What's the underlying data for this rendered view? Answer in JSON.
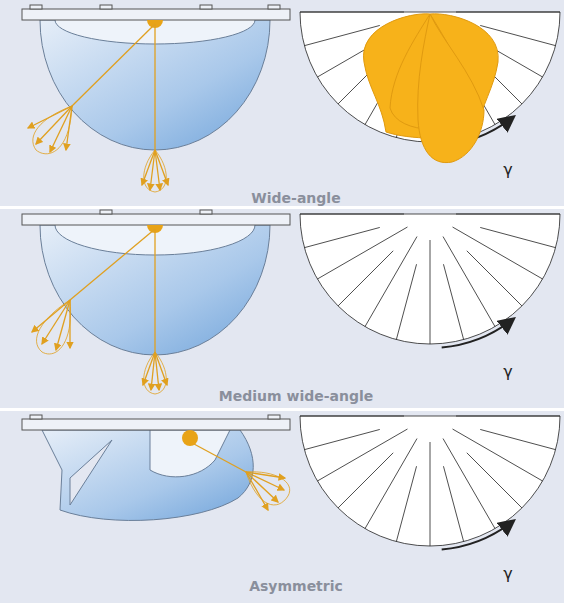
{
  "diagram": {
    "labels": [
      "Wide-angle",
      "γ",
      "Medium wide-angle",
      "γ",
      "Asymmetric",
      "γ"
    ]
  }
}
